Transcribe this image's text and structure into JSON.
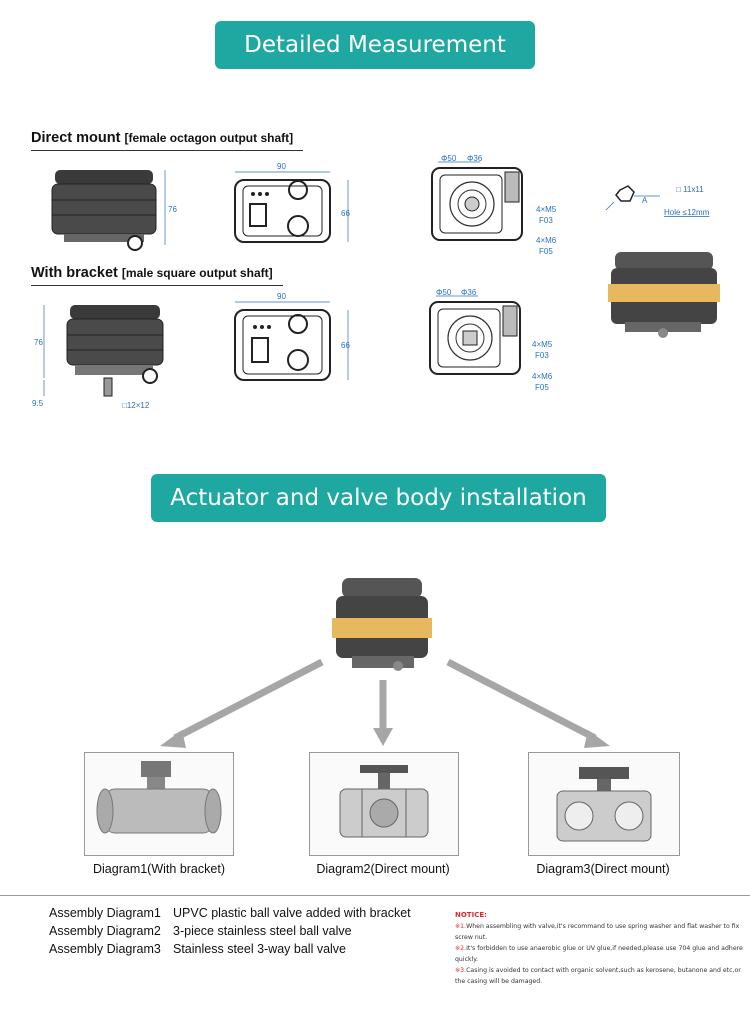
{
  "sections": {
    "measurement_title": "Detailed Measurement",
    "installation_title": "Actuator and valve body installation"
  },
  "direct_mount": {
    "label": "Direct mount",
    "bracket_text": "[female octagon output shaft]",
    "dims": {
      "width": "90",
      "height": "76",
      "depth": "66",
      "d50": "Φ50",
      "d36": "Φ36",
      "m5": "4×M5",
      "f03": "F03",
      "m6": "4×M6",
      "f05": "F05"
    }
  },
  "with_bracket": {
    "label": "With bracket",
    "bracket_text": "[male square output shaft]",
    "dims": {
      "width": "90",
      "height": "76",
      "depth": "66",
      "shaft_h": "9.5",
      "square": "□12×12",
      "d50": "Φ50",
      "d36": "Φ36",
      "m5": "4×M5",
      "f03": "F03",
      "m6": "4×M6",
      "f05": "F05"
    }
  },
  "shaft_detail": {
    "size": "□ 11x11",
    "a_label": "A",
    "hole": "Hole ≤12mm"
  },
  "diagrams": [
    {
      "caption": "Diagram1(With bracket)"
    },
    {
      "caption": "Diagram2(Direct mount)"
    },
    {
      "caption": "Diagram3(Direct mount)"
    }
  ],
  "assembly": [
    {
      "name": "Assembly Diagram1",
      "desc": "UPVC plastic ball valve added with bracket"
    },
    {
      "name": "Assembly Diagram2",
      "desc": "3-piece stainless steel ball valve"
    },
    {
      "name": "Assembly Diagram3",
      "desc": "Stainless steel 3-way ball valve"
    }
  ],
  "notice": {
    "title": "NOTICE:",
    "items": [
      {
        "mark": "※1.",
        "text": "When assembling with valve,it's recommand to use spring washer and flat washer to fix screw nut."
      },
      {
        "mark": "※2.",
        "text": "It's forbidden to use anaerobic glue or UV glue,if needed,please use 704 glue and adhere quickly."
      },
      {
        "mark": "※3.",
        "text": "Casing is avoided to contact with organic solvent,such as kerosene, butanone and etc,or the casing will be damaged."
      }
    ]
  },
  "colors": {
    "accent": "#1fa7a2",
    "band": "#e8b860",
    "dimension": "#2a6fc4",
    "notice": "#e0282c"
  }
}
